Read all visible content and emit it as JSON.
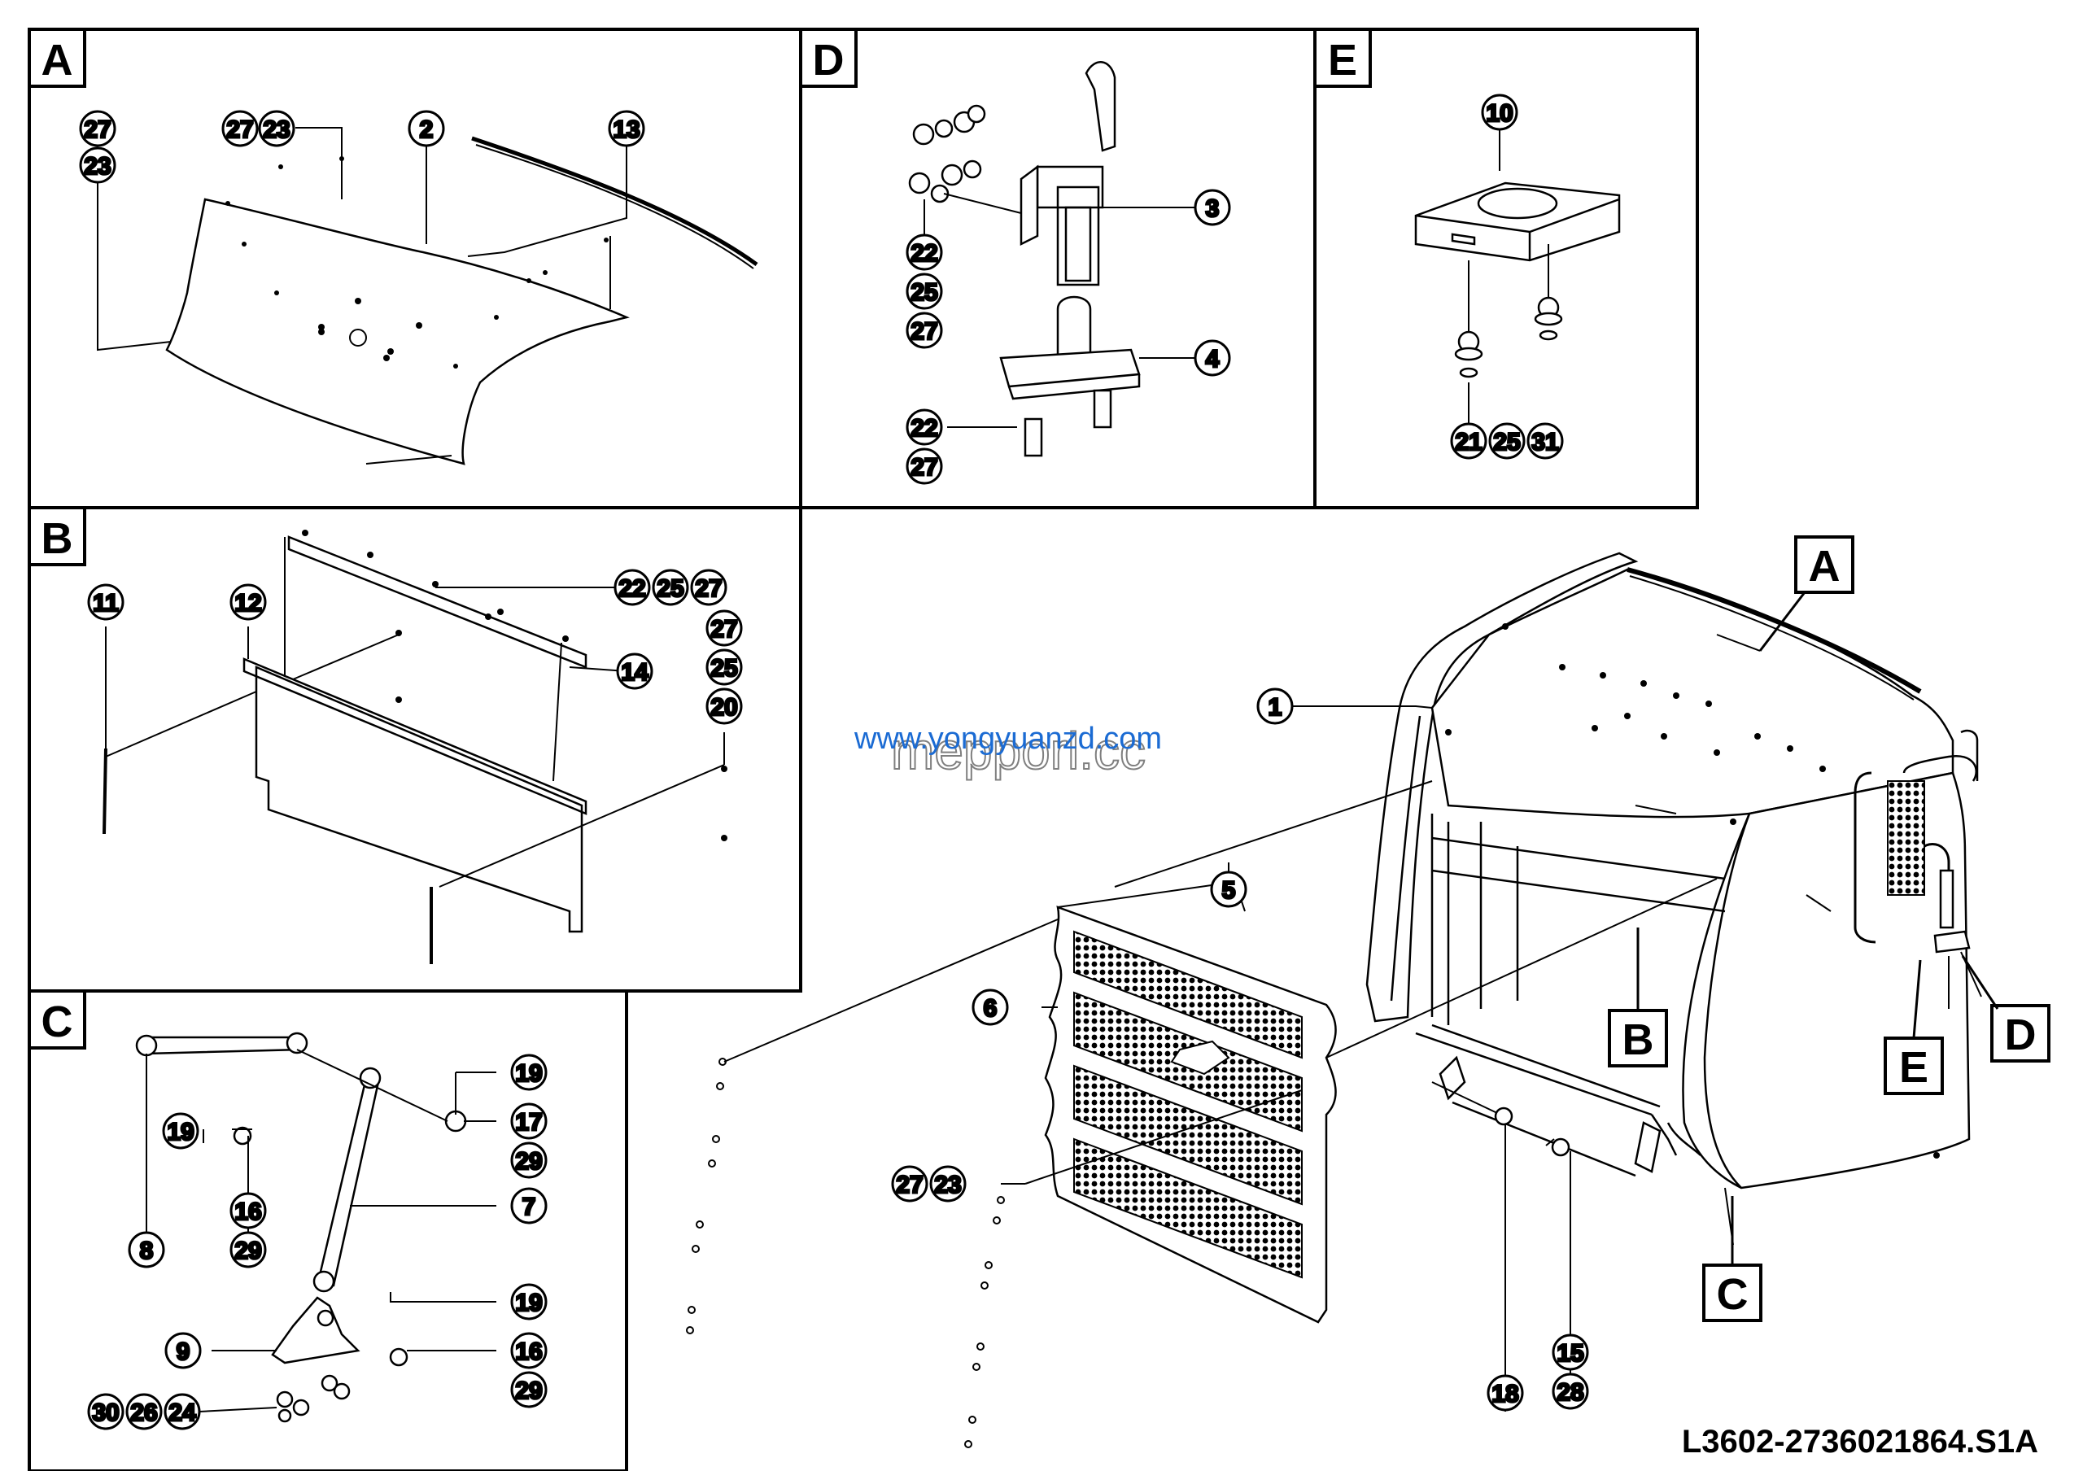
{
  "panels": {
    "A": {
      "letter": "A"
    },
    "B": {
      "letter": "B"
    },
    "C": {
      "letter": "C"
    },
    "D": {
      "letter": "D"
    },
    "E": {
      "letter": "E"
    }
  },
  "callout_letters": {
    "A": "A",
    "B": "B",
    "C": "C",
    "D": "D",
    "E": "E"
  },
  "balloons": {
    "a_27": "27",
    "a_23": "23",
    "a_27b": "27",
    "a_23b": "23",
    "a_2": "2",
    "a_13": "13",
    "d_3": "3",
    "d_4": "4",
    "d_22": "22",
    "d_25": "25",
    "d_27": "27",
    "d_22b": "22",
    "d_27b": "27",
    "e_10": "10",
    "e_21": "21",
    "e_25": "25",
    "e_31": "31",
    "b_11": "11",
    "b_12": "12",
    "b_22": "22",
    "b_25": "25",
    "b_27": "27",
    "b_14": "14",
    "b_27b": "27",
    "b_25b": "25",
    "b_20": "20",
    "c_19": "19",
    "c_17": "17",
    "c_29": "29",
    "c_19b": "19",
    "c_16": "16",
    "c_29b": "29",
    "c_8": "8",
    "c_7": "7",
    "c_19c": "19",
    "c_9": "9",
    "c_16b": "16",
    "c_29c": "29",
    "c_30": "30",
    "c_26": "26",
    "c_24": "24",
    "m_1": "1",
    "m_5": "5",
    "m_6": "6",
    "m_27": "27",
    "m_23": "23",
    "m_18": "18",
    "m_15": "15",
    "m_28": "28"
  },
  "watermark": {
    "url": "www.yongyuanzd.com",
    "brand": "mepporl.cc"
  },
  "drawing_code": "L3602-2736021864.S1A"
}
